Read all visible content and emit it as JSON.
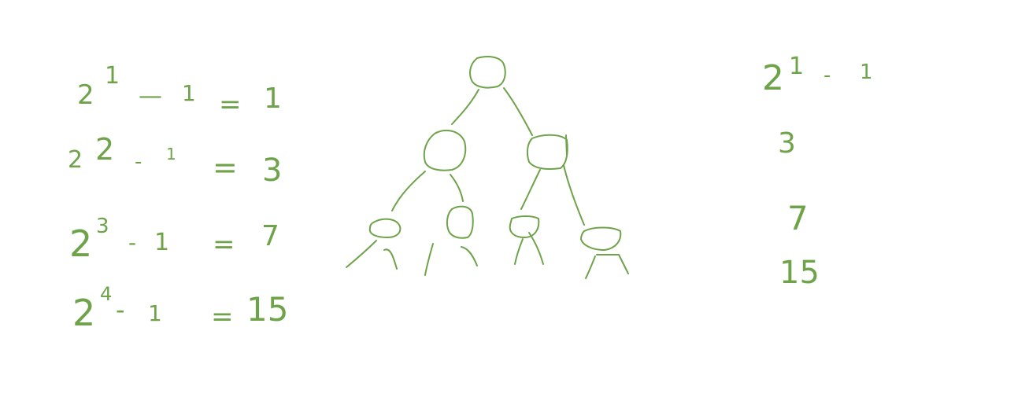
{
  "ink_color": "#6fa34a",
  "left_equations": [
    {
      "base": "2",
      "exp": "1",
      "minus": "—",
      "one": "1",
      "eq": "=",
      "result": "1"
    },
    {
      "base": "2",
      "exp": "2",
      "minus": "-",
      "one": "1",
      "eq": "=",
      "result": "3"
    },
    {
      "base": "2",
      "exp": "3",
      "minus": "-",
      "one": "1",
      "eq": "=",
      "result": "7"
    },
    {
      "base": "2",
      "exp": "4",
      "minus": "-",
      "one": "1",
      "eq": "=",
      "result": "15"
    }
  ],
  "right_column": {
    "header": {
      "base": "2",
      "exp": "1",
      "minus": "-",
      "one": "1"
    },
    "values": [
      "3",
      "7",
      "15"
    ]
  }
}
